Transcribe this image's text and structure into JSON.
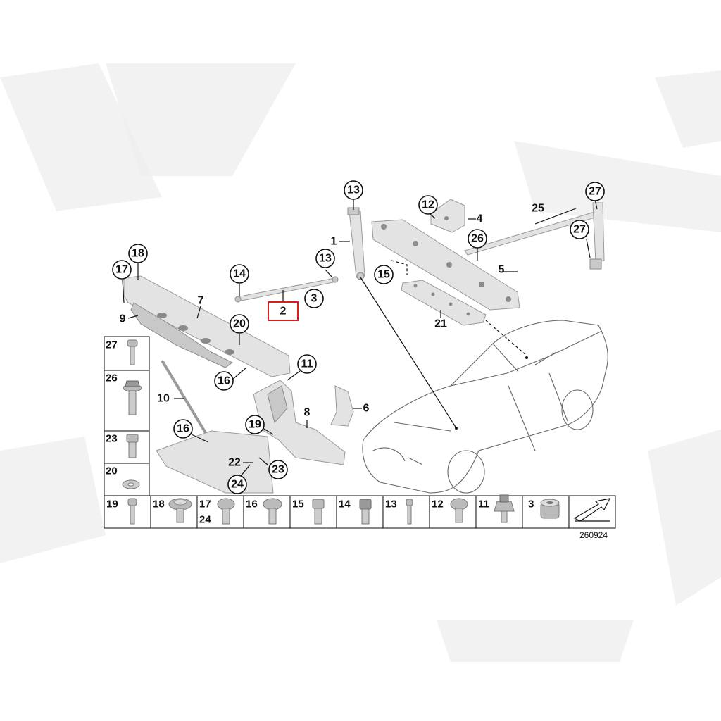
{
  "diagram_id": "260924",
  "highlighted_part": "2",
  "colors": {
    "highlight_border": "#d42020",
    "parts_fill": "#e3e3e3",
    "line": "#111111"
  },
  "callouts": {
    "c13a": "13",
    "c13b": "13",
    "c12": "12",
    "c27a": "27",
    "c27b": "27",
    "c26": "26",
    "c14": "14",
    "c3": "3",
    "c18": "18",
    "c17": "17",
    "c20": "20",
    "c16a": "16",
    "c11": "11",
    "c19": "19",
    "c16b": "16",
    "c24": "24",
    "c15": "15",
    "c23": "23"
  },
  "labels": {
    "l1": "1",
    "l4": "4",
    "l25": "25",
    "l5": "5",
    "l2": "2",
    "l21": "21",
    "l7": "7",
    "l9": "9",
    "l10": "10",
    "l8": "8",
    "l6": "6",
    "l22": "22"
  },
  "side_legend": [
    "27",
    "26",
    "23",
    "20"
  ],
  "bottom_legend": [
    {
      "num": "19",
      "icon": "bolt-icon"
    },
    {
      "num": "18",
      "icon": "wide-screw-icon"
    },
    {
      "num": "17",
      "num2": "24",
      "icon": "round-screw-icon"
    },
    {
      "num": "16",
      "icon": "round-screw-icon"
    },
    {
      "num": "15",
      "icon": "hex-bolt-icon"
    },
    {
      "num": "14",
      "icon": "hex-bolt-icon"
    },
    {
      "num": "13",
      "icon": "slim-bolt-icon"
    },
    {
      "num": "12",
      "icon": "round-screw-icon"
    },
    {
      "num": "11",
      "icon": "clip-nut-icon"
    },
    {
      "num": "3",
      "icon": "sleeve-icon"
    }
  ]
}
